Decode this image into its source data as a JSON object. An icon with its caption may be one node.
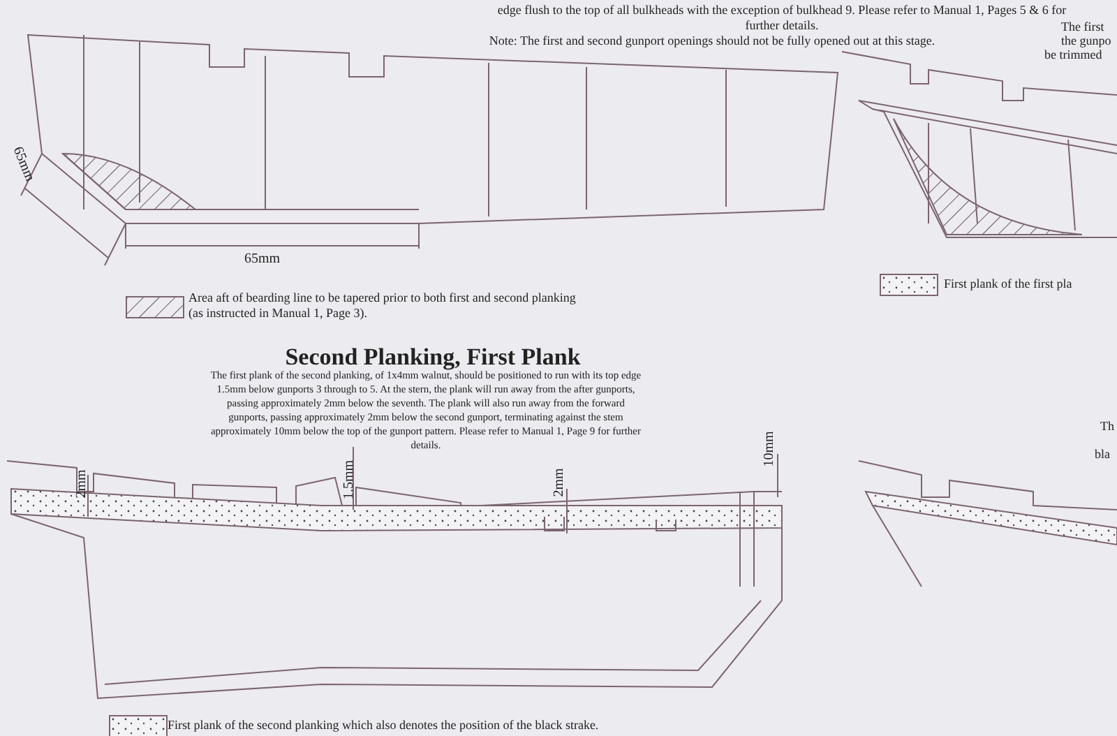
{
  "diagram": {
    "title": "Second Planking, First Plank",
    "labels": [
      "edge flush to the top of all bulkheads with the exception of bulkhead 9. Please refer to Manual 1, Pages 5 & 6 for further details.",
      "Note: The first and second gunport openings should not be fully opened out at this stage.",
      "65mm",
      "65mm",
      "The first plank of the second planking, of 1x4mm walnut, should be positioned to run with its top edge 1.5mm below gunports 3 through to 5. At the stern, the plank will run away from the after gunports, passing approximately 2mm below the seventh. The plank will also run away from the forward gunports, passing approximately 2mm below the second gunport, terminating against the stem approximately 10mm below the top of the gunport pattern. Please refer to Manual 1, Page 9 for further details.",
      "2mm",
      "1.5mm",
      "2mm",
      "10mm",
      "The first",
      "the gunpo",
      "be trimmed",
      "Th",
      "bla"
    ],
    "legend": [
      {
        "text": "Area aft of bearding line to be tapered prior to both first and second planking (as instructed in Manual 1, Page 3)."
      },
      {
        "text": "First plank of the first pla"
      },
      {
        "text": "First plank of the second planking which also denotes the position of the black strake."
      }
    ]
  }
}
